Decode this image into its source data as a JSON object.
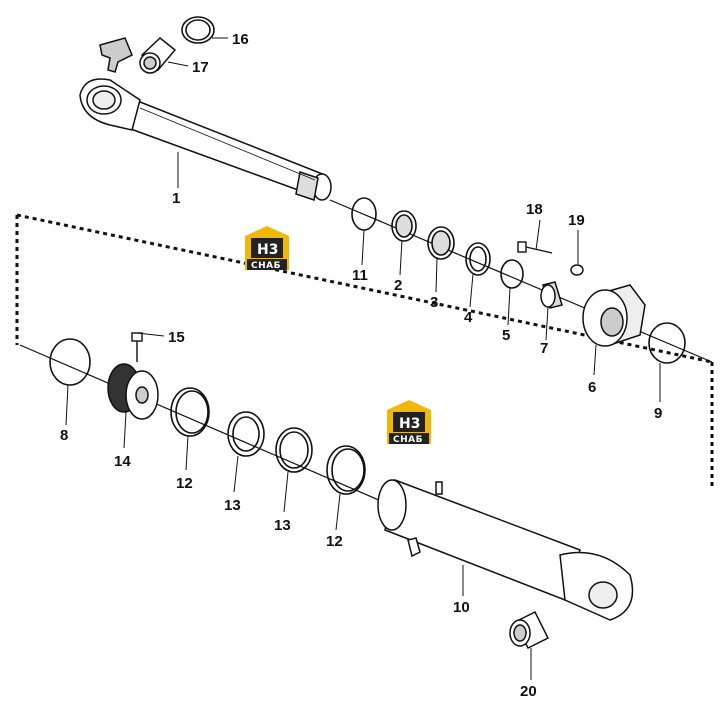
{
  "colors": {
    "logo_bg": "#222222",
    "logo_accent": "#f2b705",
    "line": "#111111"
  },
  "logo": {
    "top": "H3",
    "bottom": "CHAБ"
  },
  "parts": [
    {
      "id": "1",
      "label": "1",
      "name": "cylinder-rod"
    },
    {
      "id": "2",
      "label": "2",
      "name": "seal"
    },
    {
      "id": "3",
      "label": "3",
      "name": "seal"
    },
    {
      "id": "4",
      "label": "4",
      "name": "seal"
    },
    {
      "id": "5",
      "label": "5",
      "name": "ring"
    },
    {
      "id": "6",
      "label": "6",
      "name": "cylinder-head"
    },
    {
      "id": "7",
      "label": "7",
      "name": "bushing"
    },
    {
      "id": "8",
      "label": "8",
      "name": "ring"
    },
    {
      "id": "9",
      "label": "9",
      "name": "o-ring"
    },
    {
      "id": "10",
      "label": "10",
      "name": "cylinder-tube"
    },
    {
      "id": "11",
      "label": "11",
      "name": "ring"
    },
    {
      "id": "12a",
      "label": "12",
      "name": "wear-ring"
    },
    {
      "id": "12b",
      "label": "12",
      "name": "wear-ring"
    },
    {
      "id": "13a",
      "label": "13",
      "name": "piston-seal"
    },
    {
      "id": "13b",
      "label": "13",
      "name": "piston-seal"
    },
    {
      "id": "14",
      "label": "14",
      "name": "piston"
    },
    {
      "id": "15",
      "label": "15",
      "name": "set-screw"
    },
    {
      "id": "16",
      "label": "16",
      "name": "seal-ring"
    },
    {
      "id": "17",
      "label": "17",
      "name": "bushing"
    },
    {
      "id": "18",
      "label": "18",
      "name": "bolt"
    },
    {
      "id": "19",
      "label": "19",
      "name": "washer"
    },
    {
      "id": "20",
      "label": "20",
      "name": "bushing"
    }
  ]
}
